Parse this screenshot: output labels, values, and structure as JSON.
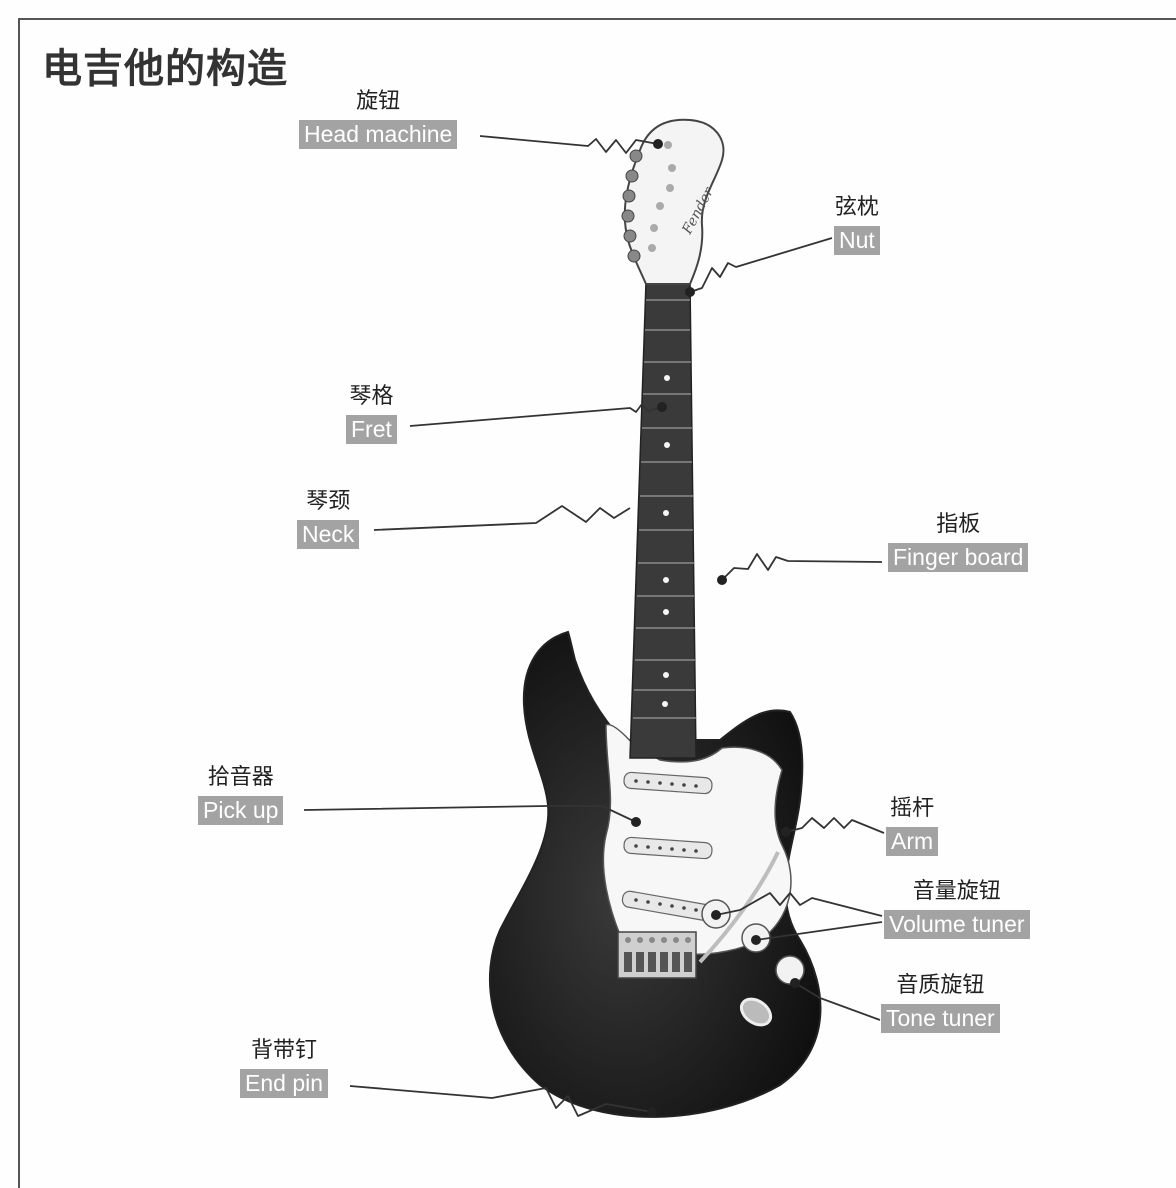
{
  "title": "电吉他的构造",
  "colors": {
    "label_bg": "#a3a3a3",
    "label_text": "#ffffff",
    "leader_line": "#333333",
    "body": "#1c1c1c"
  },
  "parts": {
    "head_machine": {
      "zh": "旋钮",
      "en": "Head machine"
    },
    "nut": {
      "zh": "弦枕",
      "en": "Nut"
    },
    "fret": {
      "zh": "琴格",
      "en": "Fret"
    },
    "neck": {
      "zh": "琴颈",
      "en": "Neck"
    },
    "finger_board": {
      "zh": "指板",
      "en": "Finger board"
    },
    "pick_up": {
      "zh": "拾音器",
      "en": "Pick up"
    },
    "arm": {
      "zh": "摇杆",
      "en": "Arm"
    },
    "volume_tuner": {
      "zh": "音量旋钮",
      "en": "Volume tuner"
    },
    "tone_tuner": {
      "zh": "音质旋钮",
      "en": "Tone tuner"
    },
    "end_pin": {
      "zh": "背带钉",
      "en": "End pin"
    }
  }
}
